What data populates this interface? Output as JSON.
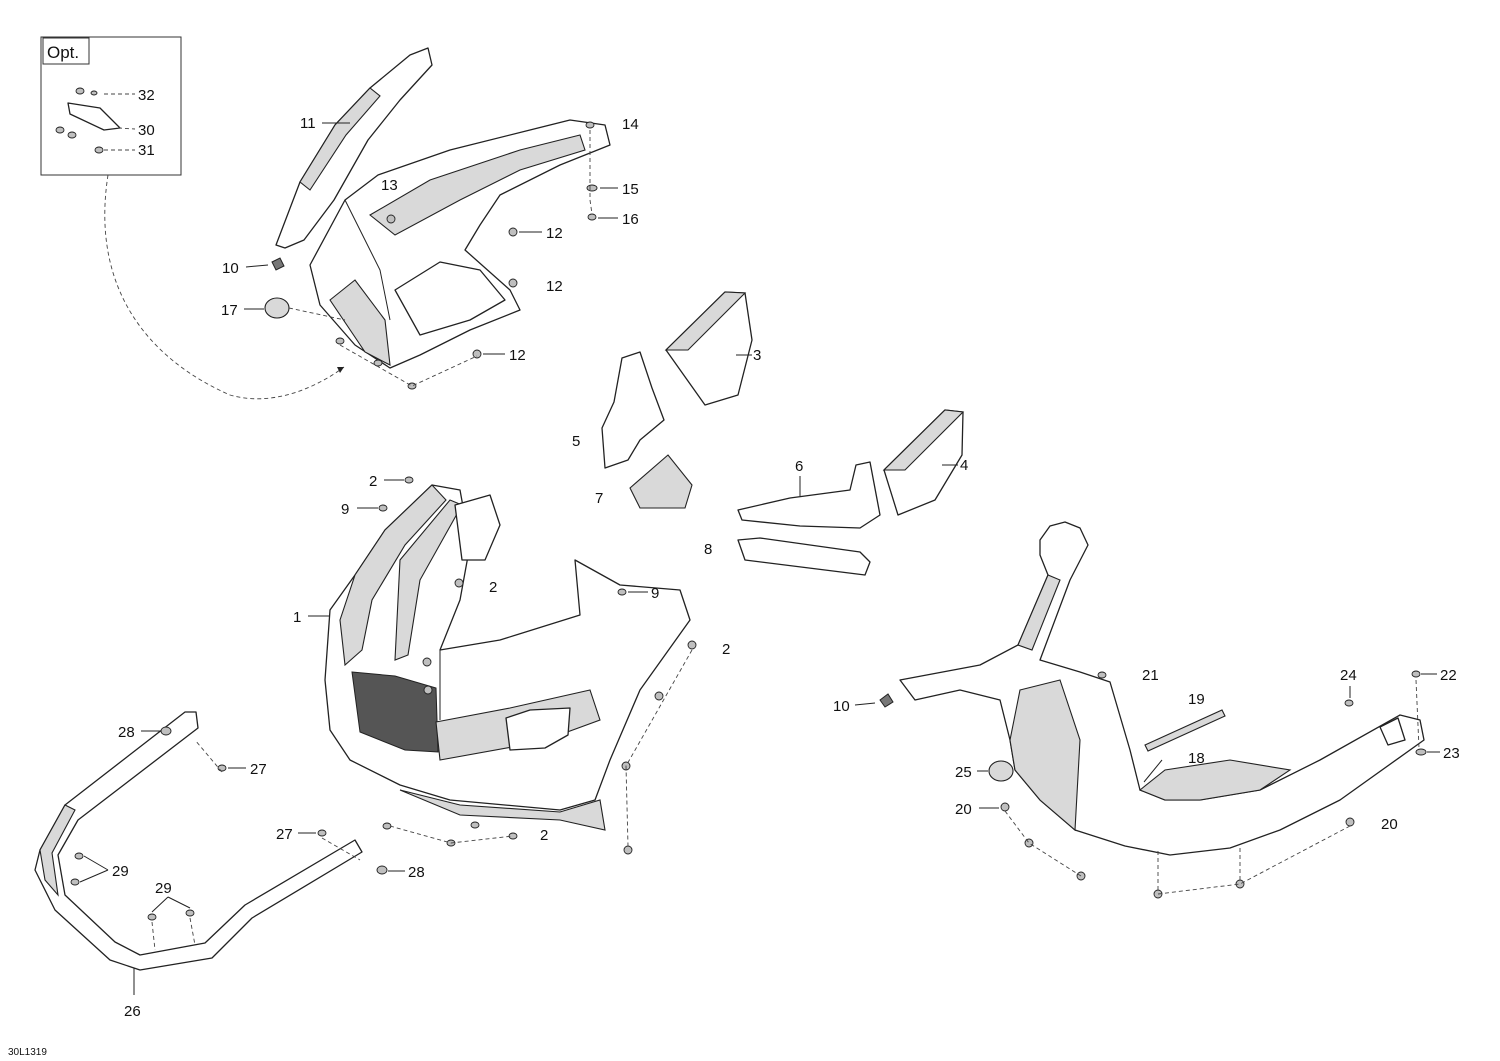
{
  "inset": {
    "label": "Opt."
  },
  "reference_code": "30L1319",
  "callouts": {
    "c1": "1",
    "c2a": "2",
    "c2b": "2",
    "c2c": "2",
    "c2d": "2",
    "c3": "3",
    "c4": "4",
    "c5": "5",
    "c6": "6",
    "c7": "7",
    "c8": "8",
    "c9a": "9",
    "c9b": "9",
    "c10a": "10",
    "c10b": "10",
    "c11": "11",
    "c12a": "12",
    "c12b": "12",
    "c12c": "12",
    "c13": "13",
    "c14": "14",
    "c15": "15",
    "c16": "16",
    "c17": "17",
    "c18": "18",
    "c19": "19",
    "c20a": "20",
    "c20b": "20",
    "c21": "21",
    "c22": "22",
    "c23": "23",
    "c24": "24",
    "c25": "25",
    "c26": "26",
    "c27a": "27",
    "c27b": "27",
    "c28a": "28",
    "c28b": "28",
    "c29a": "29",
    "c29b": "29",
    "c30": "30",
    "c31": "31",
    "c32": "32"
  },
  "colors": {
    "line": "#222222",
    "background": "#ffffff"
  }
}
